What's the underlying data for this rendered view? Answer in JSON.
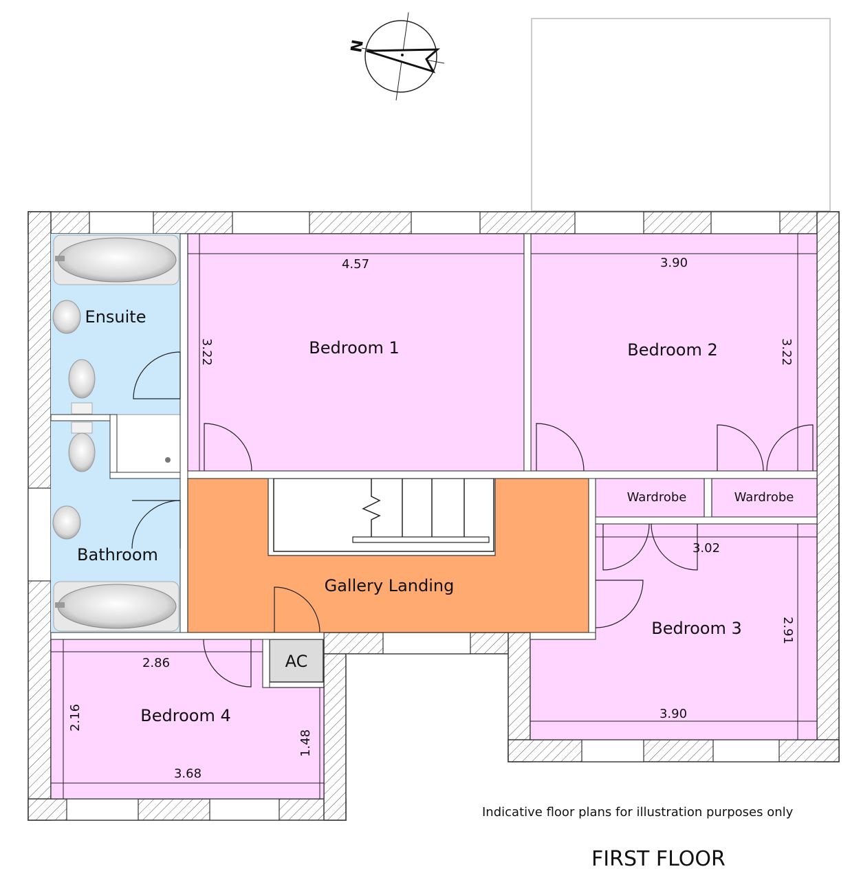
{
  "rooms": {
    "ensuite": "Ensuite",
    "bathroom": "Bathroom",
    "bedroom1": "Bedroom 1",
    "bedroom2": "Bedroom 2",
    "bedroom3": "Bedroom 3",
    "bedroom4": "Bedroom 4",
    "gallery": "Gallery Landing",
    "wardrobe1": "Wardrobe",
    "wardrobe2": "Wardrobe",
    "ac": "AC"
  },
  "dimensions": {
    "bed1_width": "4.57",
    "bed1_depth": "3.22",
    "bed2_width": "3.90",
    "bed2_depth": "3.22",
    "bed3_top": "3.02",
    "bed3_depth": "2.91",
    "bed3_bottom": "3.90",
    "bed4_top": "2.86",
    "bed4_left": "2.16",
    "bed4_right": "1.48",
    "bed4_bottom": "3.68"
  },
  "compass": {
    "north": "N"
  },
  "disclaimer": "Indicative floor plans for illustration purposes only",
  "floor_title": "FIRST FLOOR",
  "colors": {
    "bedroom": "#ffd6ff",
    "wet_room": "#cce8fb",
    "landing": "#ffaa70",
    "ac": "#dcdcdc"
  }
}
